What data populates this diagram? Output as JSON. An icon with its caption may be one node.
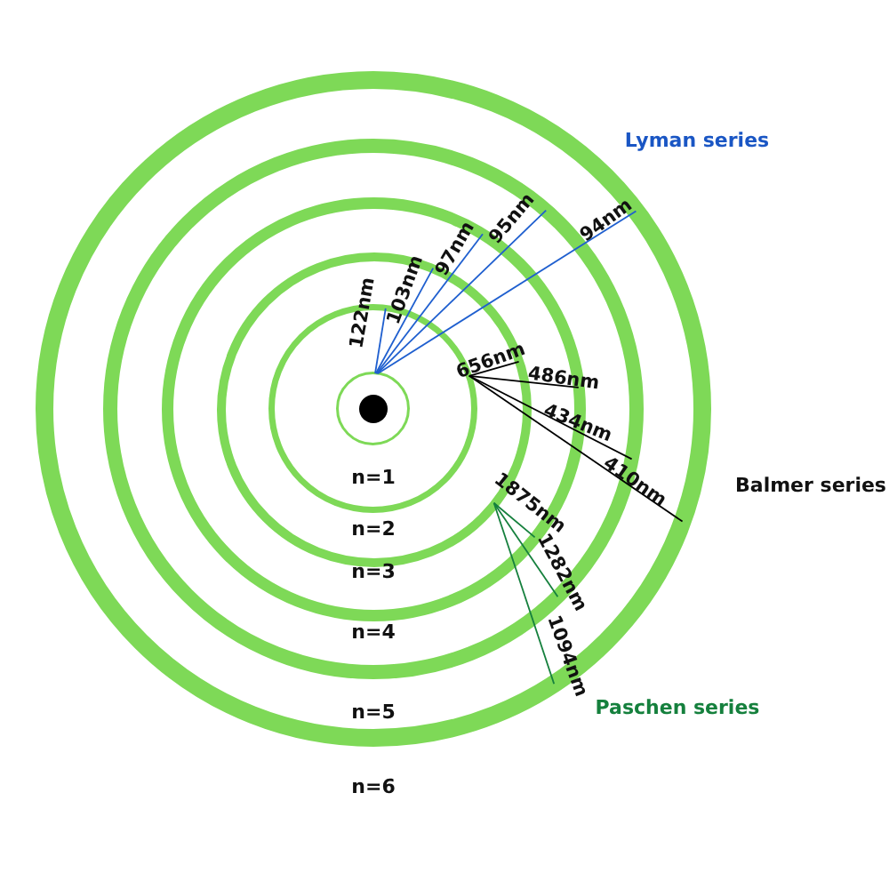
{
  "diagram": {
    "nodes": [
      {
        "text": [
          "n=6"
        ]
      },
      {
        "text": [
          "n=5"
        ],
        "in": 0
      },
      {
        "text": [
          "n=4"
        ],
        "in": 1
      },
      {
        "text": [
          "n=3"
        ],
        "in": 2
      },
      {
        "text": [
          "n=2"
        ],
        "in": 3
      },
      {
        "text": [
          "n=1"
        ],
        "in": 4
      },
      {
        "text": [],
        "shape": "circle",
        "in": 5
      }
    ],
    "edges": [
      {
        "from": 5,
        "to": 4,
        "arrow": "none",
        "label": "122nm"
      },
      {
        "from": 5,
        "to": 3,
        "arrow": "none",
        "label": "103nm"
      },
      {
        "from": 5,
        "to": 2,
        "arrow": "none",
        "label": "97nm"
      },
      {
        "from": 5,
        "to": 1,
        "arrow": "none",
        "label": "95nm"
      },
      {
        "from": 5,
        "to": 0,
        "arrow": "none",
        "label": "94nm"
      },
      {
        "from": 4,
        "to": 3,
        "arrow": "none",
        "label": "656nm",
        "color": "#000000"
      },
      {
        "from": 4,
        "to": 2,
        "arrow": "none",
        "label": "486nm",
        "color": "#000000"
      },
      {
        "from": 4,
        "to": 1,
        "arrow": "none",
        "label": "434nm",
        "color": "#000000"
      },
      {
        "from": 4,
        "to": 0,
        "arrow": "none",
        "label": "410nm",
        "color": "#000000"
      },
      {
        "from": 3,
        "to": 2,
        "arrow": "none",
        "label": "1875nm",
        "color": "#15803d"
      },
      {
        "from": 3,
        "to": 1,
        "arrow": "none",
        "label": "1282nm",
        "color": "#15803d"
      },
      {
        "from": 3,
        "to": 0,
        "arrow": "none",
        "label": "1094nm",
        "color": "#15803d"
      }
    ],
    "labels": [
      "Lyman series",
      "Balmer series",
      "Paschen series"
    ]
  }
}
